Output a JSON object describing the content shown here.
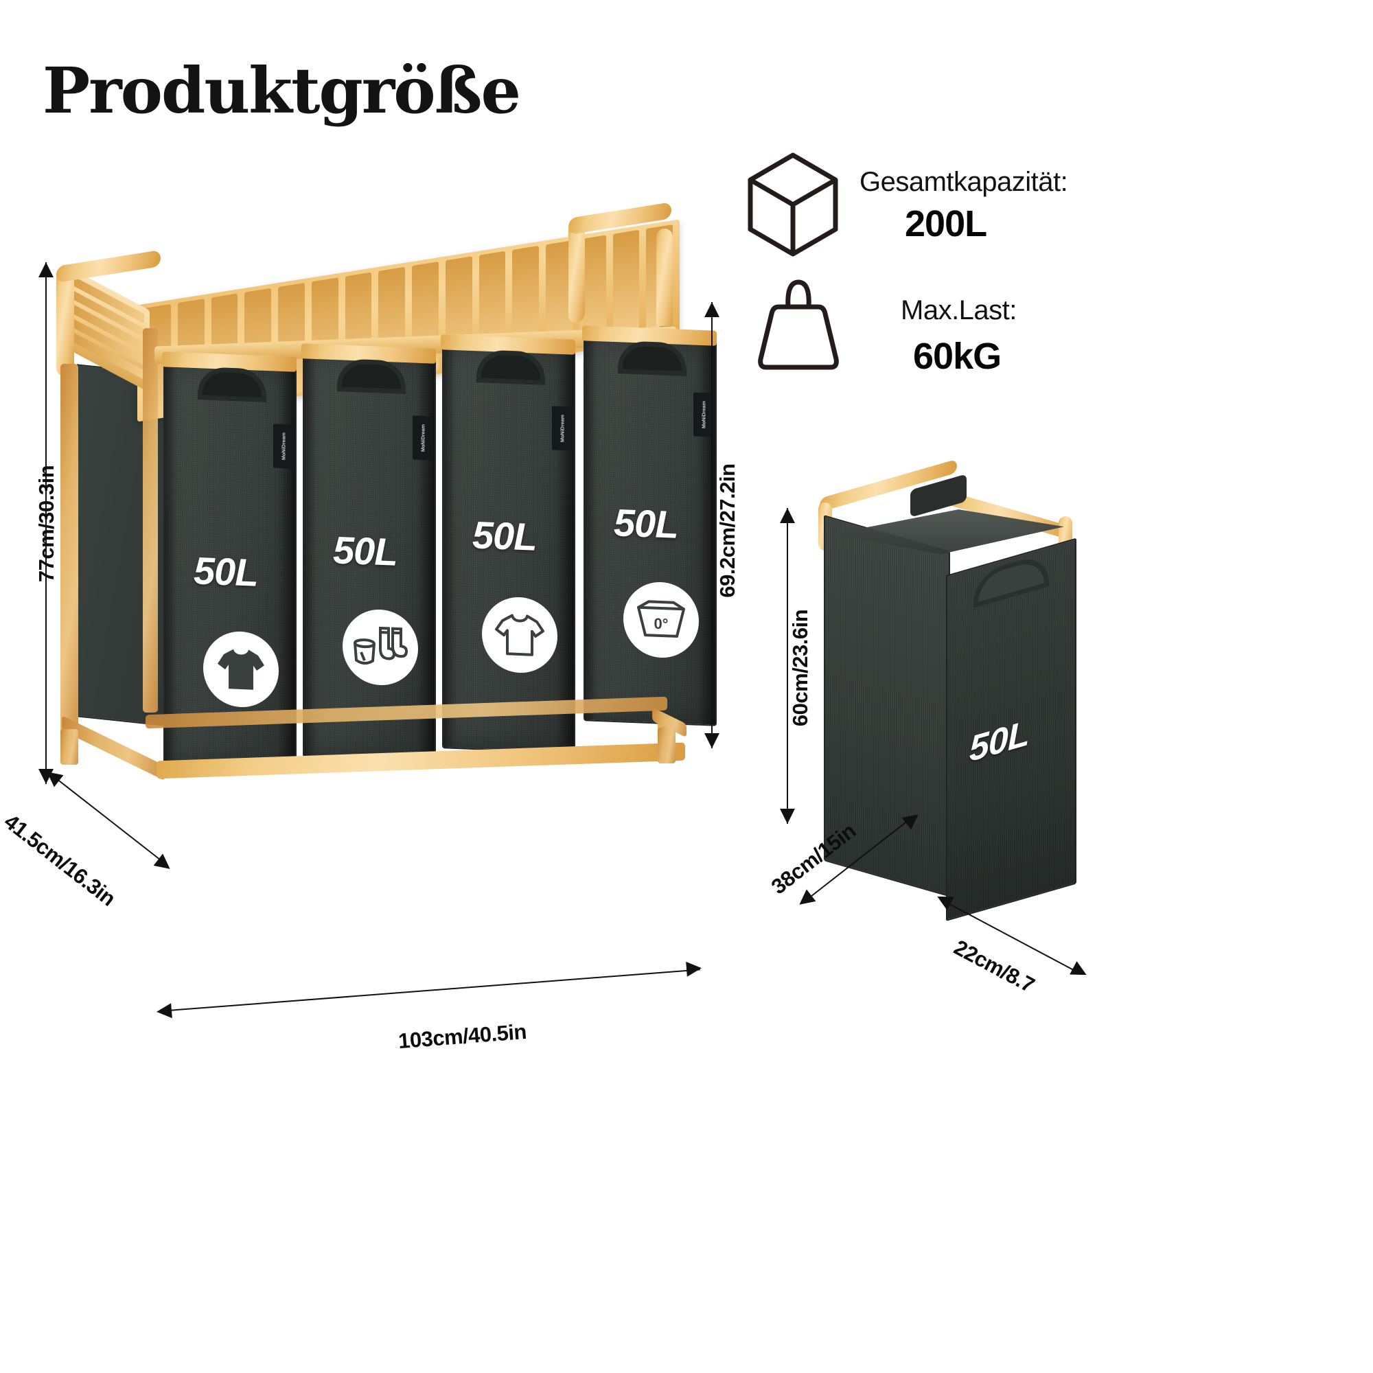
{
  "page": {
    "title": "Produktgröße",
    "background": "#ffffff"
  },
  "specs": [
    {
      "icon": "cube-icon",
      "label": "Gesamtkapazität:",
      "value": "200L"
    },
    {
      "icon": "weight-icon",
      "label": "Max.Last:",
      "value": "60kG"
    }
  ],
  "main_product": {
    "name": "bamboo-laundry-sorter",
    "brand_tag": "MoNiDream",
    "baskets": [
      {
        "volume": "50L",
        "icon": "tshirt-filled-icon"
      },
      {
        "volume": "50L",
        "icon": "socks-underwear-icon"
      },
      {
        "volume": "50L",
        "icon": "tshirt-outline-icon"
      },
      {
        "volume": "50L",
        "icon": "wash-tub-icon"
      }
    ],
    "dimensions": {
      "height_total": "77cm/30.3in",
      "height_basket": "69.2cm/27.2in",
      "width": "103cm/40.5in",
      "depth": "41.5cm/16.3in"
    }
  },
  "single_basket": {
    "name": "single-laundry-basket",
    "volume": "50L",
    "dimensions": {
      "height": "60cm/23.6in",
      "depth": "38cm/15in",
      "width": "22cm/8.7"
    }
  },
  "colors": {
    "bamboo": "#edc17a",
    "fabric": "#3a403d",
    "ink": "#111111",
    "white": "#ffffff"
  }
}
